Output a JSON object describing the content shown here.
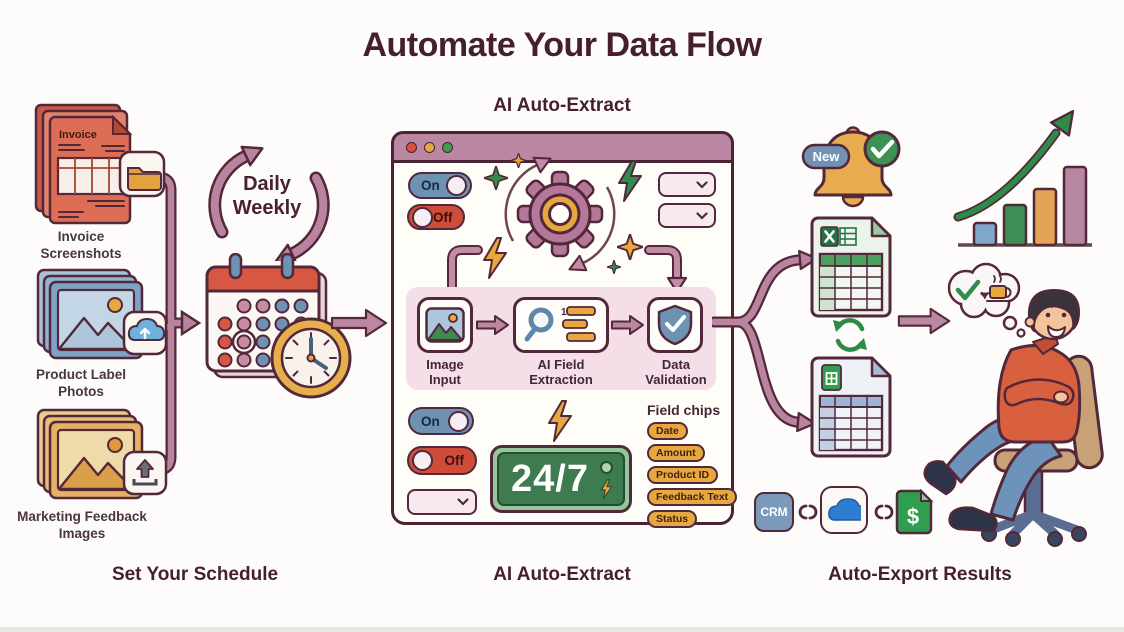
{
  "title": "Automate Your Data Flow",
  "palette": {
    "ink": "#53283a",
    "accent_mauve": "#b9849f",
    "pink_band": "#f4dfe8",
    "blue": "#6d92b4",
    "red": "#cf4c39",
    "gold": "#e7a93f",
    "green": "#2f8c4d",
    "display_green": "#3e7b50",
    "heading_text": "#451f2e"
  },
  "sources": {
    "invoice": {
      "doc_title": "Invoice",
      "label": "Invoice Screenshots"
    },
    "product": {
      "label": "Product Label Photos"
    },
    "marketing": {
      "label": "Marketing Feedback Images"
    }
  },
  "schedule": {
    "cycle_top": "Daily",
    "cycle_bottom": "Weekly",
    "section_label": "Set Your Schedule"
  },
  "extract": {
    "heading": "AI Auto-Extract",
    "section_label": "AI Auto-Extract",
    "toggle_on": "On",
    "toggle_off": "Off",
    "steps": [
      {
        "label": "Image Input"
      },
      {
        "label": "AI Field Extraction"
      },
      {
        "label": "Data Validation"
      }
    ],
    "field_number": "1",
    "uptime": "24/7",
    "chips_title": "Field chips",
    "chips": [
      "Date",
      "Amount",
      "Product ID",
      "Feedback Text",
      "Status"
    ]
  },
  "export": {
    "new_badge": "New",
    "crm_label": "CRM",
    "dollar": "$",
    "section_label": "Auto-Export Results"
  }
}
